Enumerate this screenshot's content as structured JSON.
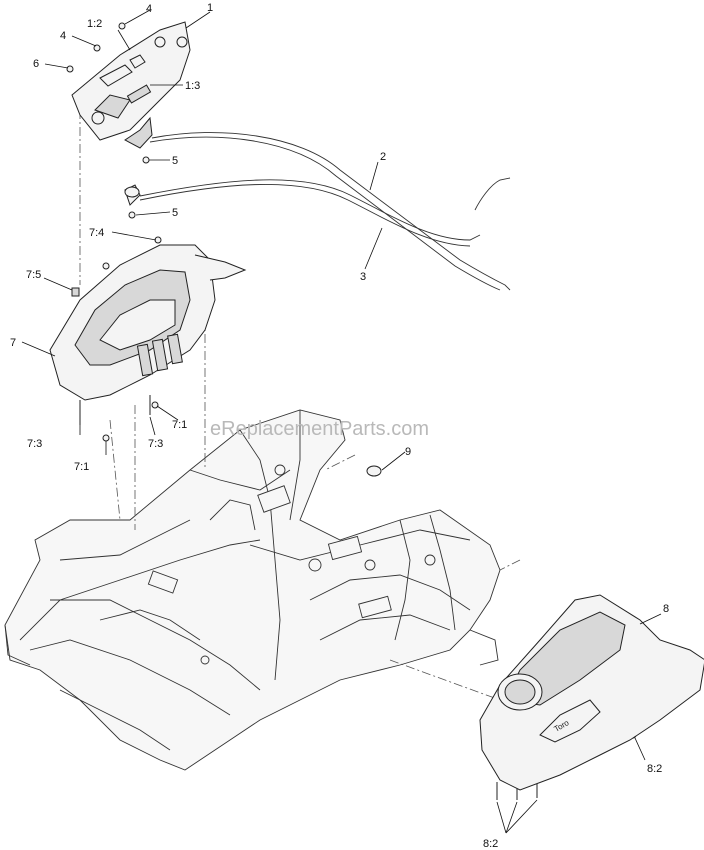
{
  "watermark": "eReplacementParts.com",
  "callouts": [
    {
      "id": "c1",
      "label": "1"
    },
    {
      "id": "c4a",
      "label": "4"
    },
    {
      "id": "c12",
      "label": "1:2"
    },
    {
      "id": "c4b",
      "label": "4"
    },
    {
      "id": "c6",
      "label": "6"
    },
    {
      "id": "c13",
      "label": "1:3"
    },
    {
      "id": "c5a",
      "label": "5"
    },
    {
      "id": "c2",
      "label": "2"
    },
    {
      "id": "c5b",
      "label": "5"
    },
    {
      "id": "c74",
      "label": "7:4"
    },
    {
      "id": "c3",
      "label": "3"
    },
    {
      "id": "c75",
      "label": "7:5"
    },
    {
      "id": "c7",
      "label": "7"
    },
    {
      "id": "c71a",
      "label": "7:1"
    },
    {
      "id": "c73a",
      "label": "7:3"
    },
    {
      "id": "c73b",
      "label": "7:3"
    },
    {
      "id": "c71b",
      "label": "7:1"
    },
    {
      "id": "c9",
      "label": "9"
    },
    {
      "id": "c8",
      "label": "8"
    },
    {
      "id": "c82a",
      "label": "8:2"
    },
    {
      "id": "c82b",
      "label": "8:2"
    }
  ]
}
